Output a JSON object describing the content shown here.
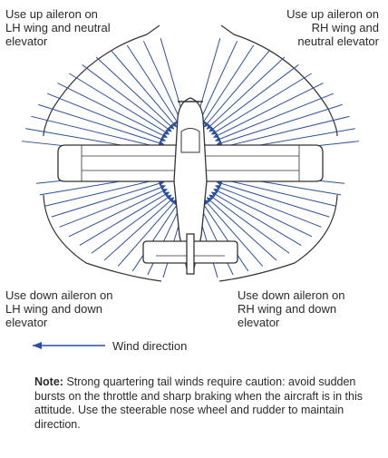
{
  "quadrants": {
    "upper_left": "Use up aileron on\nLH wing and neutral\nelevator",
    "upper_right": "Use up aileron on\nRH wing and\nneutral elevator",
    "lower_left": "Use down aileron on\nLH wing and down\nelevator",
    "lower_right": "Use down aileron on\nRH wing and down\nelevator"
  },
  "legend": {
    "label": "Wind direction"
  },
  "note": {
    "prefix": "Note:",
    "text": "Strong quartering tail winds require caution: avoid sudden bursts on the throttle and sharp braking when the aircraft is in this attitude. Use the steerable nose wheel and rudder to maintain direction."
  },
  "colors": {
    "arrow": "#2b4fa0",
    "outline": "#333333",
    "text": "#2a2a2a"
  }
}
